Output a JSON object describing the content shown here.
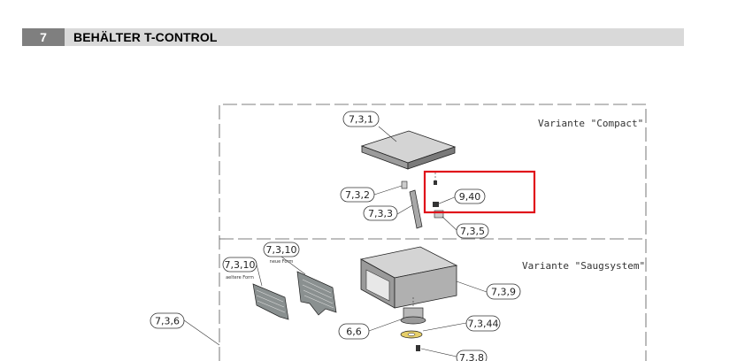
{
  "section": {
    "number": "7",
    "title": "BEHÄLTER T-CONTROL"
  },
  "variants": {
    "compact": "Variante \"Compact\"",
    "saugsystem": "Variante \"Saugsystem\""
  },
  "callouts": {
    "c731": "7,3,1",
    "c732": "7,3,2",
    "c733": "7,3,3",
    "c735": "7,3,5",
    "c940": "9,40",
    "c7310a": "7,3,10",
    "c7310b": "7,3,10",
    "c736": "7,3,6",
    "c739": "7,3,9",
    "c66": "6,6",
    "c7344": "7,3,44",
    "c738": "7,3,8"
  },
  "notes": {
    "neue_form": "neue Form",
    "aeltere_form": "aeltere Form"
  },
  "colors": {
    "highlight": "#e0101a",
    "bar": "#d9d9d9",
    "bar_num": "#7f7f7f"
  }
}
